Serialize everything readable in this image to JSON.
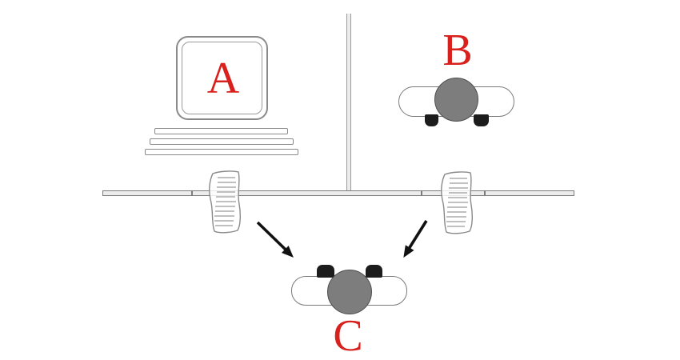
{
  "diagram": {
    "description": "Turing test imitation game diagram",
    "labels": {
      "computer": "A",
      "human": "B",
      "interrogator": "C"
    },
    "colors": {
      "background": "#ffffff",
      "label": "#d8201c",
      "head": "#7d7d7d",
      "limb": "#1c1c1c",
      "outline": "#8a8a8a",
      "outline_light": "#9a9a9a",
      "wall_fill": "#ececec",
      "arrow": "#111111",
      "paper_line": "#9a9a9a"
    },
    "icons": {
      "computer": "computer-monitor-icon",
      "partition": "wall-partition-icon",
      "table": "table-line-icon",
      "note": "paper-note-icon",
      "arrow": "arrow-icon",
      "person": "person-top-view-icon"
    }
  }
}
